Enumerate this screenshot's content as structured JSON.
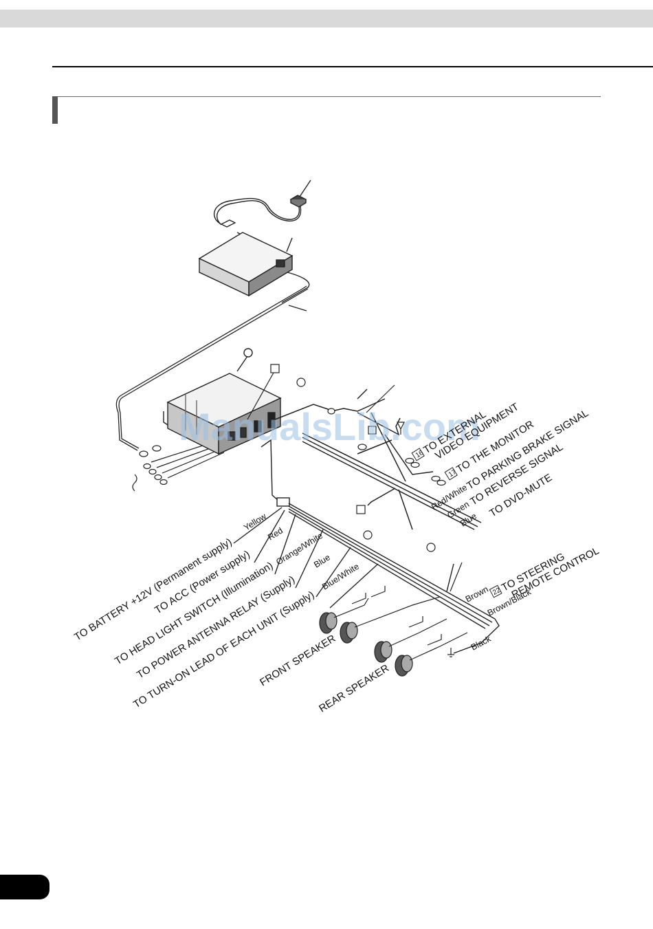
{
  "watermark": "ManualsLib.com",
  "labels": {
    "external_video_1": "TO EXTERNAL",
    "external_video_2": "VIDEO EQUIPMENT",
    "external_video_num": "16",
    "monitor": "TO THE MONITOR",
    "monitor_num": "17",
    "parking_brake": "TO PARKING BRAKE SIGNAL",
    "reverse": "TO REVERSE SIGNAL",
    "dvd_mute": "TO DVD-MUTE",
    "wire_red_white": "Red/White",
    "wire_green": "Green",
    "wire_blue_top": "Blue",
    "battery": "TO BATTERY +12V (Permanent supply)",
    "acc": "TO ACC (Power supply)",
    "headlight": "TO HEAD LIGHT SWITCH (Illumination)",
    "power_antenna": "TO POWER ANTENNA RELAY (Supply)",
    "turn_on": "TO TURN-ON LEAD OF EACH UNIT (Supply)",
    "wire_yellow": "Yellow",
    "wire_red": "Red",
    "wire_orange_white": "Orange/White",
    "wire_blue": "Blue",
    "wire_blue_white": "Blue/White",
    "front_speaker": "FRONT SPEAKER",
    "rear_speaker": "REAR SPEAKER",
    "steering_1": "TO STEERING",
    "steering_2": "REMOTE CONTROL",
    "steering_num": "22",
    "wire_brown": "Brown",
    "wire_brown_black": "Brown/Black",
    "wire_black": "Black"
  }
}
